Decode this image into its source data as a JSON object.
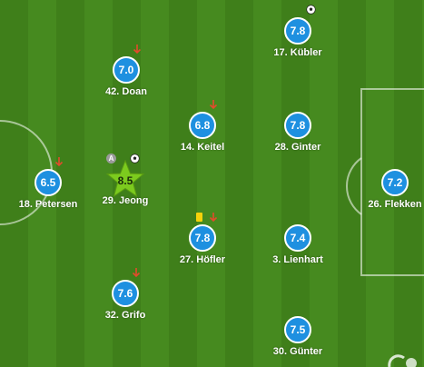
{
  "colors": {
    "pitch_dark": "#3f7f1a",
    "pitch_light": "#468a1f",
    "rating_badge": "#1e90e0",
    "top_rated": "#7ccb1e",
    "sub_arrow": "#e24b2c",
    "yellow_card": "#f5d20a"
  },
  "players": [
    {
      "id": "kubler",
      "rating": "7.8",
      "name": "17. Kübler",
      "icons": [
        "ball-icon"
      ]
    },
    {
      "id": "doan",
      "rating": "7.0",
      "name": "42. Doan",
      "icons": [
        "sub-off-arrow-icon"
      ]
    },
    {
      "id": "keitel",
      "rating": "6.8",
      "name": "14. Keitel",
      "icons": [
        "sub-off-arrow-icon"
      ]
    },
    {
      "id": "ginter",
      "rating": "7.8",
      "name": "28. Ginter",
      "icons": []
    },
    {
      "id": "petersen",
      "rating": "6.5",
      "name": "18. Petersen",
      "icons": [
        "sub-off-arrow-icon"
      ]
    },
    {
      "id": "jeong",
      "rating": "8.5",
      "name": "29. Jeong",
      "top_rated": true,
      "captain": "A",
      "icons": [
        "captain-icon",
        "ball-icon"
      ]
    },
    {
      "id": "flekken",
      "rating": "7.2",
      "name": "26. Flekken",
      "icons": []
    },
    {
      "id": "hofler",
      "rating": "7.8",
      "name": "27. Höfler",
      "icons": [
        "yellow-card-icon",
        "sub-off-arrow-icon"
      ]
    },
    {
      "id": "lienhart",
      "rating": "7.4",
      "name": "3. Lienhart",
      "icons": []
    },
    {
      "id": "grifo",
      "rating": "7.6",
      "name": "32. Grifo",
      "icons": [
        "sub-off-arrow-icon"
      ]
    },
    {
      "id": "gunter",
      "rating": "7.5",
      "name": "30. Günter",
      "icons": []
    }
  ]
}
